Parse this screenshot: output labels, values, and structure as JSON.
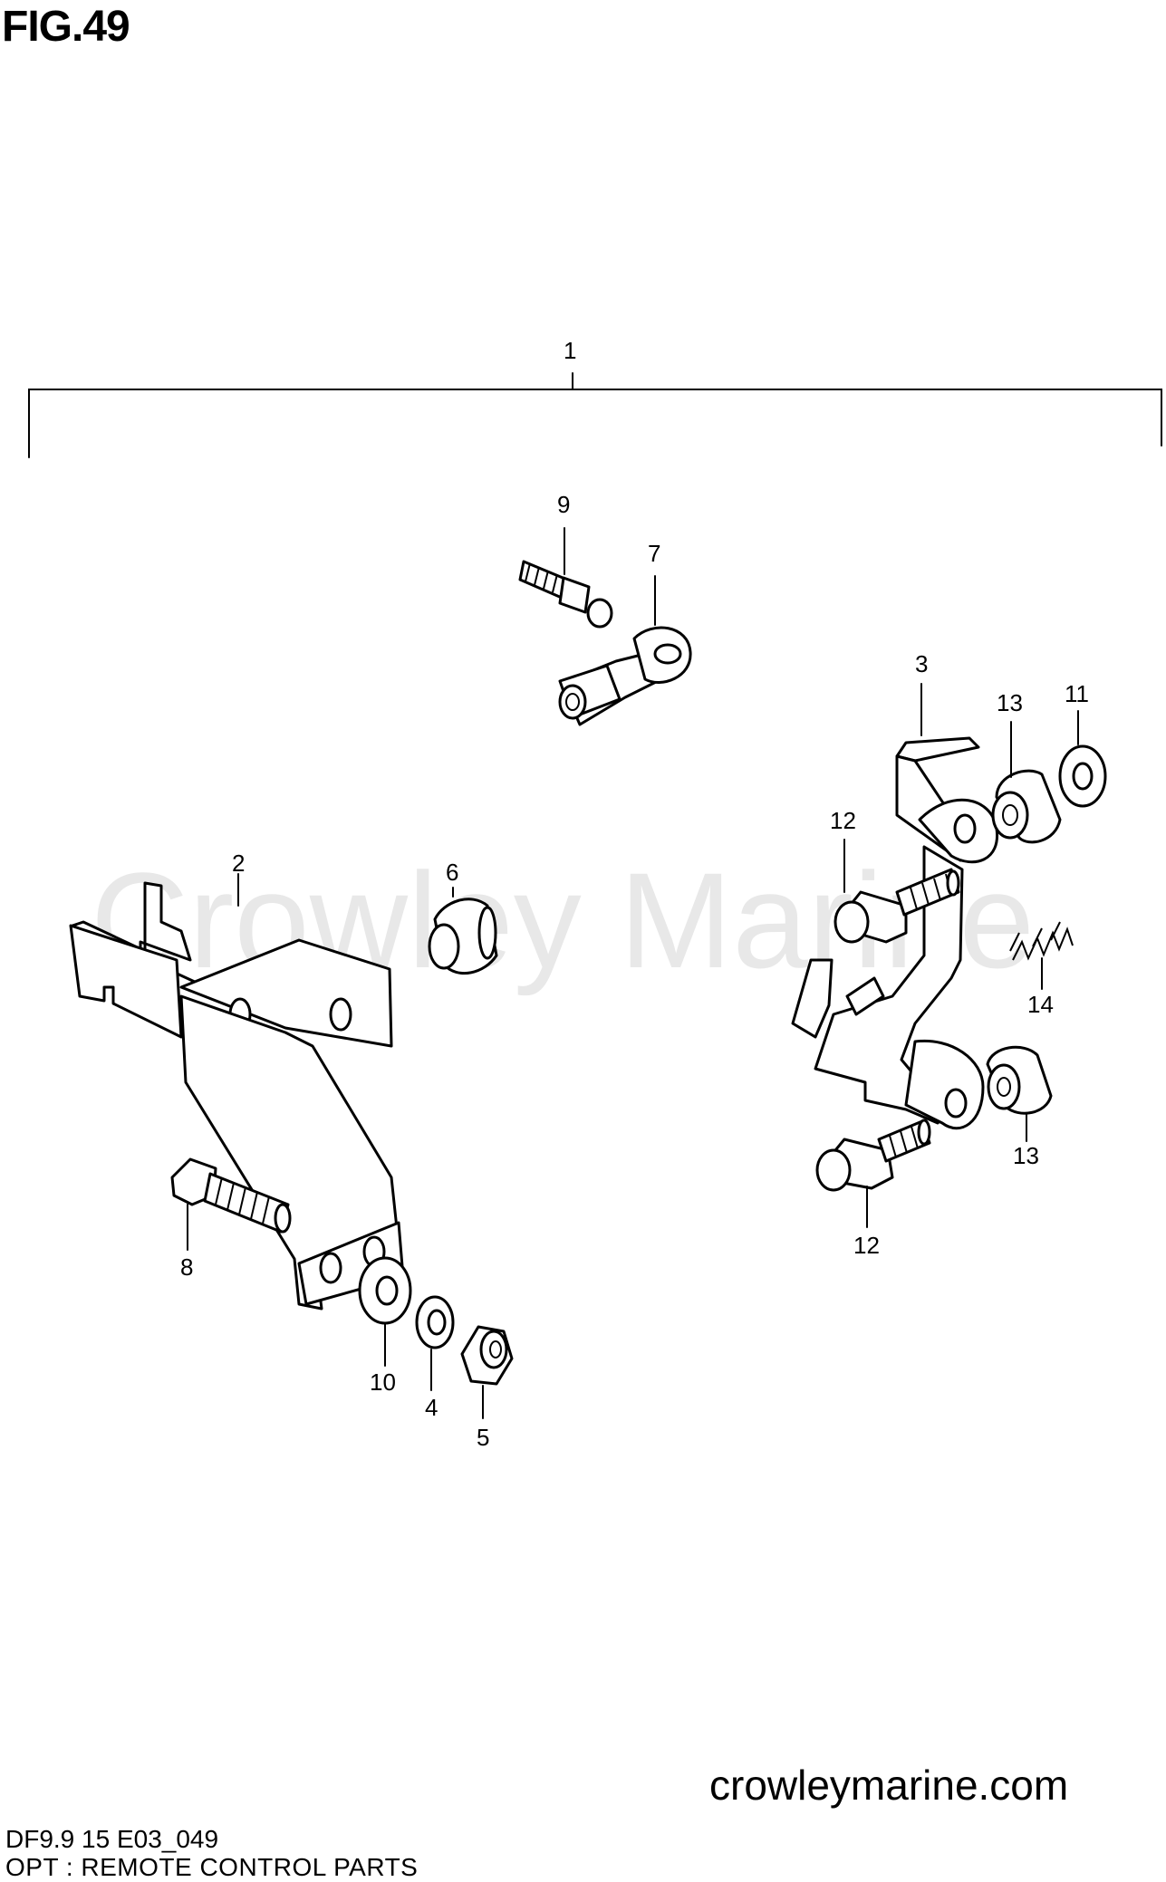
{
  "figure": {
    "title": "FIG.49",
    "watermark": "Crowley Marine",
    "website": "crowleymarine.com",
    "diagram_code": "DF9.9 15 E03_049",
    "caption": "OPT : REMOTE CONTROL PARTS"
  },
  "callouts": {
    "c1": "1",
    "c2": "2",
    "c3": "3",
    "c4": "4",
    "c5": "5",
    "c6": "6",
    "c7": "7",
    "c8": "8",
    "c9": "9",
    "c10": "10",
    "c11": "11",
    "c12a": "12",
    "c12b": "12",
    "c13a": "13",
    "c13b": "13",
    "c14": "14"
  }
}
